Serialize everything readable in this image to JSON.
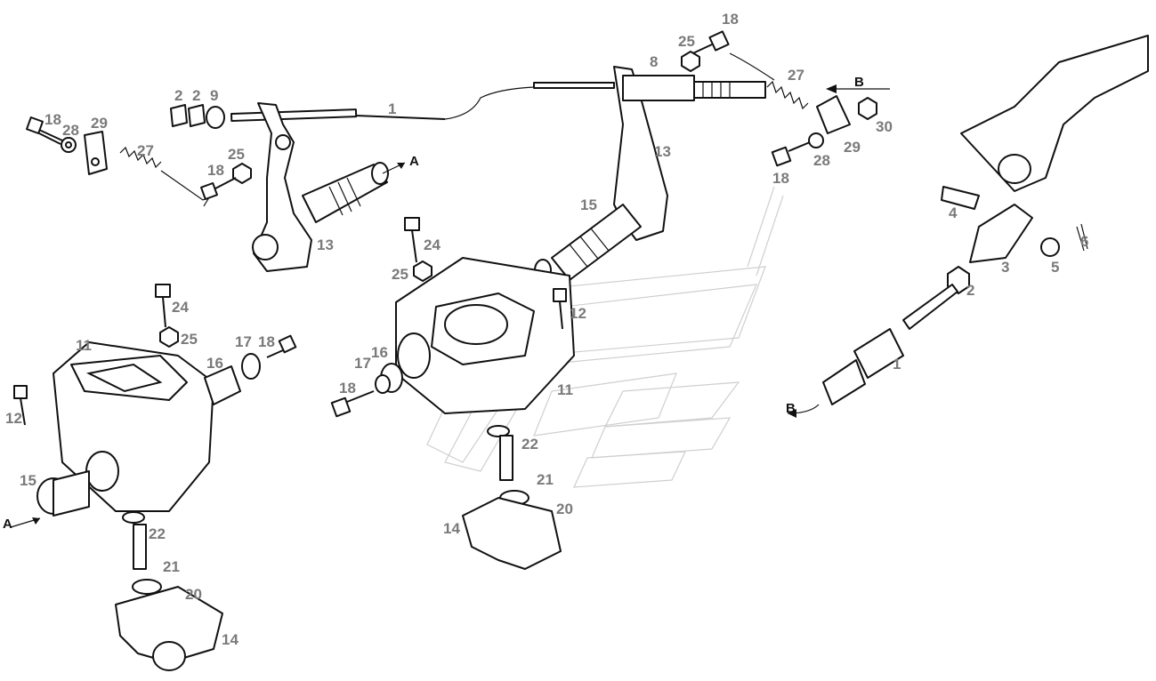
{
  "diagram": {
    "arrow_labels": [
      "A",
      "A",
      "B",
      "B"
    ],
    "part_labels": [
      "1",
      "2",
      "2",
      "9",
      "18",
      "28",
      "29",
      "27",
      "25",
      "18",
      "13",
      "8",
      "25",
      "18",
      "27",
      "30",
      "29",
      "28",
      "18",
      "13",
      "15",
      "24",
      "25",
      "12",
      "16",
      "17",
      "18",
      "11",
      "4",
      "3",
      "2",
      "5",
      "6",
      "1",
      "24",
      "25",
      "17",
      "18",
      "16",
      "11",
      "12",
      "15",
      "22",
      "21",
      "20",
      "14",
      "22",
      "21",
      "20",
      "14"
    ]
  }
}
